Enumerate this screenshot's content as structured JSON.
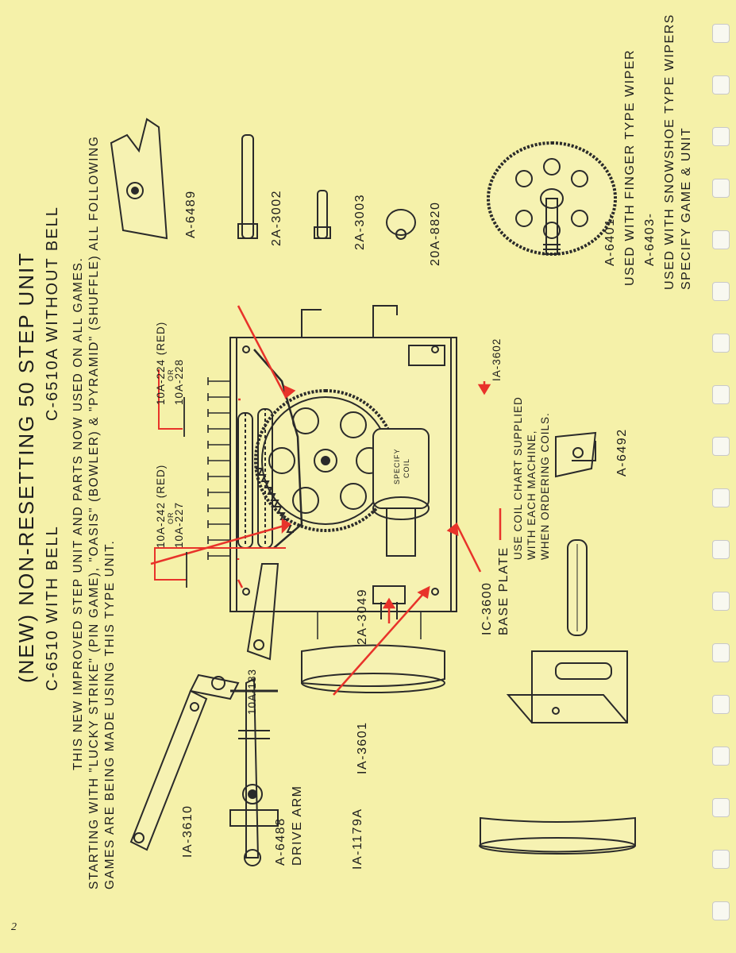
{
  "header": {
    "title": "(NEW) NON-RESETTING 50 STEP UNIT",
    "with_bell": "C-6510 WITH BELL",
    "without_bell": "C-6510A WITHOUT BELL"
  },
  "intro": {
    "line1": "THIS NEW IMPROVED STEP UNIT AND PARTS NOW USED ON ALL GAMES.",
    "line2": "STARTING WITH \"LUCKY STRIKE\" (PIN GAME), \"OASIS\" (BOWLER) & \"PYRAMID\" (SHUFFLE) ALL FOLLOWING",
    "line3": "GAMES ARE BEING MADE USING THIS TYPE UNIT."
  },
  "parts": {
    "p_1a3610": "IA-3610",
    "p_a6488": "A-6488",
    "p_drive_arm": "DRIVE ARM",
    "p_1a1179a": "IA-1179A",
    "p_1a3601": "IA-3601",
    "p_10a183": "10A-183",
    "p_2a3049": "2A-3049",
    "p_1c3600": "IC-3600",
    "p_base_plate": "BASE PLATE",
    "p_a6492": "A-6492",
    "p_1a3602": "IA-3602",
    "p_10a242": "10A-242 (RED)",
    "p_or1": "OR",
    "p_10a227": "10A-227",
    "p_10a224": "10A-224 (RED)",
    "p_or2": "OR",
    "p_10a228": "10A-228",
    "p_a6489": "A-6489",
    "p_2a3002": "2A-3002",
    "p_2a3003": "2A-3003",
    "p_20a8820": "20A-8820",
    "p_a6401": "A-6401-",
    "p_finger": "USED WITH FINGER TYPE WIPER",
    "p_a6403": "A-6403-",
    "p_snowshoe": "USED WITH SNOWSHOE TYPE WIPERS",
    "p_specify": "SPECIFY GAME & UNIT"
  },
  "coil_note": {
    "line1": "USE COIL CHART SUPPLIED",
    "line2": "WITH EACH MACHINE,",
    "line3": "WHEN ORDERING COILS.",
    "coil_label1": "SPECIFY",
    "coil_label2": "COIL"
  },
  "page_number": "2",
  "colors": {
    "paper": "#f5f1a9",
    "ink": "#1d1d1d",
    "arrow": "#e8332a"
  }
}
